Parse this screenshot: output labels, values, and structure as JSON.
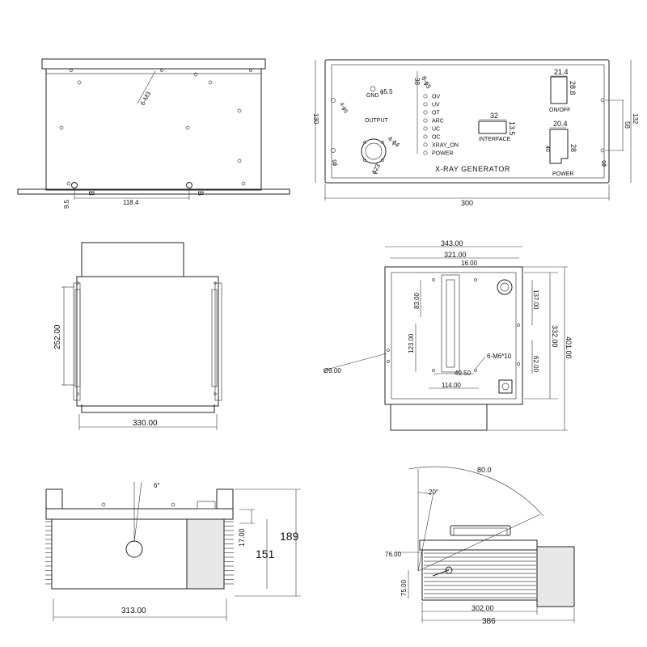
{
  "view1": {
    "screw_label": "6-M3",
    "hole_label": "9.5",
    "span_label": "118.4",
    "marker_b": "B"
  },
  "view2": {
    "labels": {
      "gnd": "GND",
      "gnd_hole": "ϕ5.5",
      "output": "OUTPUT",
      "output_bolts": "4-ϕ4",
      "output_dia": "ϕ23",
      "left_holes": "4-ϕ5",
      "indicator_header": "8-ϕ5",
      "indicator_pitch": "38",
      "interface": "INTERFACE",
      "interface_w": "32",
      "interface_h": "13.5",
      "onoff": "ON/OFF",
      "onoff_w": "21.4",
      "onoff_h": "28.8",
      "power": "POWER",
      "power_w": "20.4",
      "power_h": "28",
      "power_aux": "40",
      "title": "X-RAY GENERATOR",
      "right_span": "58",
      "height_left": "130",
      "height_right": "132",
      "width": "300"
    },
    "indicators": [
      "OV",
      "UV",
      "OT",
      "ARC",
      "UC",
      "OC",
      "XRAY_ON",
      "POWER"
    ]
  },
  "view3": {
    "height": "252.00",
    "width": "330.00"
  },
  "view4": {
    "w_outer": "343.00",
    "w_inner": "321.00",
    "w_slot": "16.00",
    "h_83": "83.00",
    "h_123": "123.00",
    "h_137": "137.00",
    "h_62": "62.00",
    "h_332": "332.00",
    "h_401": "401.00",
    "screws": "6-M6*10",
    "w_49": "49.50",
    "w_114": "114.00",
    "hole_dia": "Ø9.00"
  },
  "view5": {
    "angle": "6°",
    "h_17": "17.00",
    "h_151": "151",
    "h_189": "189",
    "width": "313.00"
  },
  "view6": {
    "angle_80": "80.0",
    "angle_20": "20°",
    "h_76": "76.00",
    "h_75": "75.00",
    "w_302": "302.00",
    "w_386": "386"
  }
}
